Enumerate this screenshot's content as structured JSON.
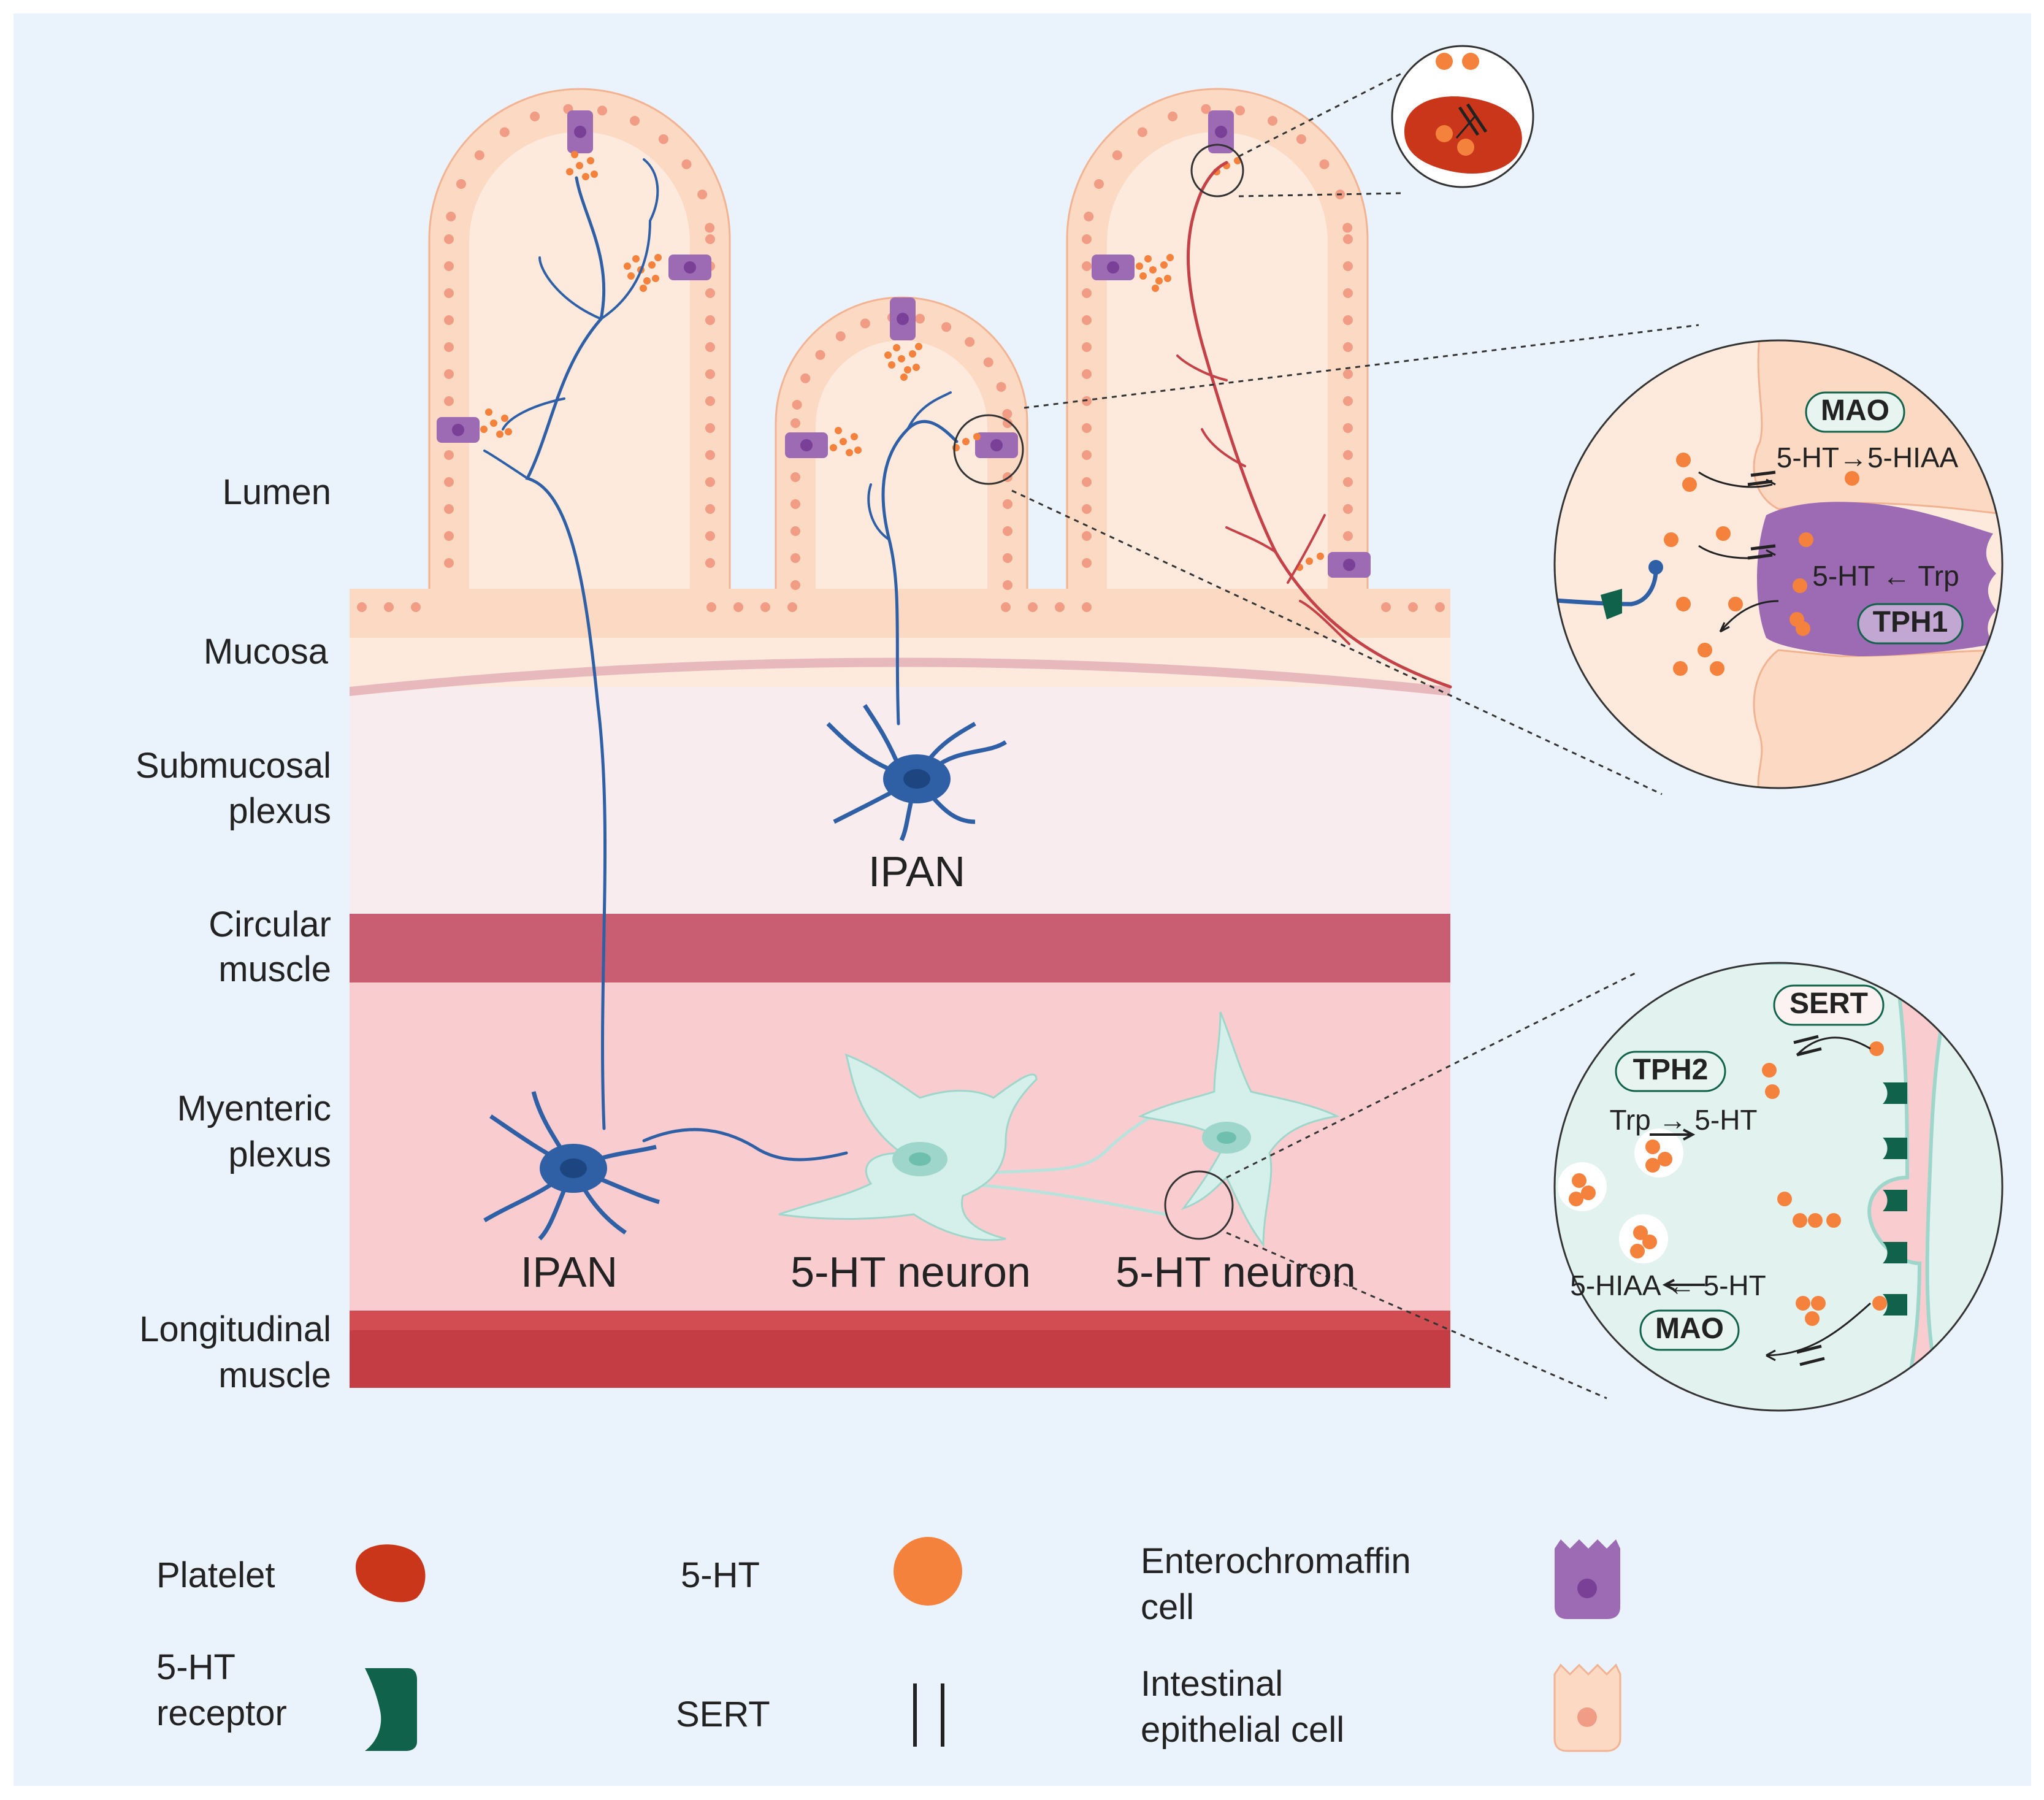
{
  "layers": {
    "lumen": "Lumen",
    "mucosa": "Mucosa",
    "submucosal_1": "Submucosal",
    "submucosal_2": "plexus",
    "circular_1": "Circular",
    "circular_2": "muscle",
    "myenteric_1": "Myenteric",
    "myenteric_2": "plexus",
    "longitudinal_1": "Longitudinal",
    "longitudinal_2": "muscle"
  },
  "neurons": {
    "ipan_submucosal": "IPAN",
    "ipan_myenteric": "IPAN",
    "serotonergic_1": "5-HT neuron",
    "serotonergic_2": "5-HT neuron"
  },
  "inset_ec": {
    "mao": "MAO",
    "reaction_mao": "5-HT→5-HIAA",
    "reaction_tph": "5-HT ← Trp",
    "tph1": "TPH1"
  },
  "inset_neuron": {
    "sert": "SERT",
    "tph2": "TPH2",
    "reaction_tph": "Trp → 5-HT",
    "reaction_mao": "5-HIAA ← 5-HT",
    "mao": "MAO"
  },
  "legend": {
    "platelet": "Platelet",
    "ht": "5-HT",
    "ec_1": "Enterochromaffin",
    "ec_2": "cell",
    "receptor_1": "5-HT",
    "receptor_2": "receptor",
    "sert": "SERT",
    "iec_1": "Intestinal",
    "iec_2": "epithelial cell"
  },
  "colors": {
    "background": "#eaf2fb",
    "epithelium": "#fbd9c2",
    "ec_cell": "#9d6bb3",
    "serotonin": "#f5823c",
    "ipan": "#2f5fa5",
    "ht_neuron": "#d5efea",
    "circular_muscle": "#c95e72",
    "longitudinal_muscle": "#c43d44",
    "myenteric_layer": "#f9cdd0",
    "receptor": "#10624b",
    "platelet": "#c9361a"
  }
}
